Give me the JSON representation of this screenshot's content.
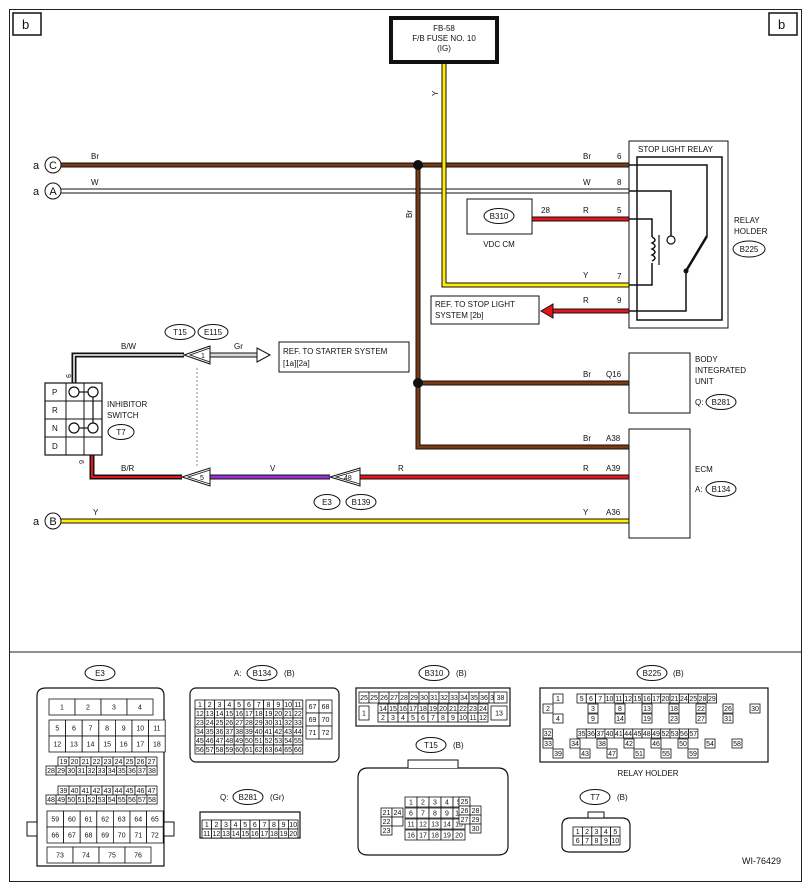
{
  "page": {
    "corner_left": "b",
    "corner_right": "b",
    "figure_id": "WI-76429"
  },
  "fuse": {
    "line1": "FB-58",
    "line2": "F/B FUSE NO. 10",
    "line3": "(IG)"
  },
  "left_terminals": {
    "c": {
      "letter": "a",
      "symbol": "C"
    },
    "a": {
      "letter": "a",
      "symbol": "A"
    },
    "b": {
      "letter": "a",
      "symbol": "B"
    }
  },
  "wires": {
    "br_top": "Br",
    "w_top": "W",
    "y_vert": "Y",
    "br_vert": "Br",
    "br_6": "Br",
    "w_8": "W",
    "r_5": "R",
    "y_7": "Y",
    "r_9": "R",
    "br_q16": "Br",
    "br_a38": "Br",
    "r_a39": "R",
    "y_a36": "Y",
    "bw": "B/W",
    "gr": "Gr",
    "br_": "B/R",
    "v": "V",
    "r_mid": "R",
    "y_bottom": "Y",
    "pin_28": "28"
  },
  "colors": {
    "brown": "#7a3a14",
    "white": "#ffffff",
    "yellow": "#ffee00",
    "red": "#e8141c",
    "violet": "#9b2fd4",
    "black": "#111111",
    "gray": "#9a9a9a"
  },
  "relay": {
    "title": "STOP LIGHT RELAY",
    "holder_label_1": "RELAY",
    "holder_label_2": "HOLDER",
    "holder_conn": "B225",
    "pins": [
      "6",
      "8",
      "5",
      "7",
      "9"
    ]
  },
  "vdc": {
    "conn": "B310",
    "label": "VDC CM"
  },
  "ref_stop": {
    "line1": "REF. TO STOP LIGHT",
    "line2": "SYSTEM [2b]"
  },
  "ref_starter": {
    "line1": "REF. TO STARTER SYSTEM",
    "line2": "[1a][2a]"
  },
  "biu": {
    "line1": "BODY",
    "line2": "INTEGRATED",
    "line3": "UNIT",
    "conn_prefix": "Q:",
    "conn": "B281",
    "pin": "Q16"
  },
  "ecm": {
    "label": "ECM",
    "conn_prefix": "A:",
    "conn": "B134",
    "pins": [
      "A38",
      "A39",
      "A36"
    ]
  },
  "inhibitor": {
    "line1": "INHIBITOR",
    "line2": "SWITCH",
    "conn": "T7",
    "positions": [
      "P",
      "R",
      "N",
      "D"
    ],
    "pin_top": "9",
    "pin_bottom": "6"
  },
  "connectors_inline": {
    "t15": "T15",
    "e115": "E115",
    "pin_1": "1",
    "pin_5": "5",
    "pin_48": "48",
    "e3": "E3",
    "b139": "B139"
  },
  "bottom_panel": {
    "e3": {
      "title": "E3",
      "rows": [
        [
          "1",
          "2",
          "3",
          "4"
        ],
        [
          "5",
          "6",
          "7",
          "8",
          "9",
          "10",
          "11"
        ],
        [
          "12",
          "13",
          "14",
          "15",
          "16",
          "17",
          "18"
        ],
        [
          "19",
          "20",
          "21",
          "22",
          "23",
          "24",
          "25",
          "26",
          "27"
        ],
        [
          "28",
          "29",
          "30",
          "31",
          "32",
          "33",
          "34",
          "35",
          "36",
          "37",
          "38"
        ],
        [
          "39",
          "40",
          "41",
          "42",
          "43",
          "44",
          "45",
          "46",
          "47"
        ],
        [
          "48",
          "49",
          "50",
          "51",
          "52",
          "53",
          "54",
          "55",
          "56",
          "57",
          "58"
        ],
        [
          "59",
          "60",
          "61",
          "62",
          "63",
          "64",
          "65"
        ],
        [
          "66",
          "67",
          "68",
          "69",
          "70",
          "71",
          "72"
        ],
        [
          "73",
          "74",
          "75",
          "76"
        ]
      ]
    },
    "b134": {
      "prefix": "A:",
      "title": "B134",
      "suffix": "(B)",
      "rows": [
        [
          "1",
          "2",
          "3",
          "4",
          "5",
          "6",
          "7",
          "8",
          "9",
          "10",
          "11"
        ],
        [
          "12",
          "13",
          "14",
          "15",
          "16",
          "17",
          "18",
          "19",
          "20",
          "21",
          "22"
        ],
        [
          "23",
          "24",
          "25",
          "26",
          "27",
          "28",
          "29",
          "30",
          "31",
          "32",
          "33"
        ],
        [
          "34",
          "35",
          "36",
          "37",
          "38",
          "39",
          "40",
          "41",
          "42",
          "43",
          "44"
        ],
        [
          "45",
          "46",
          "47",
          "48",
          "49",
          "50",
          "51",
          "52",
          "53",
          "54",
          "55"
        ],
        [
          "56",
          "57",
          "58",
          "59",
          "60",
          "61",
          "62",
          "63",
          "64",
          "65",
          "66"
        ]
      ],
      "side": [
        "67",
        "68",
        "69",
        "70",
        "71",
        "72"
      ]
    },
    "b310": {
      "title": "B310",
      "suffix": "(B)",
      "row1": [
        "25",
        "26",
        "27",
        "28",
        "29",
        "30",
        "31",
        "32",
        "33",
        "34",
        "35",
        "36",
        "37"
      ],
      "row2": [
        "14",
        "15",
        "16",
        "17",
        "18",
        "19",
        "20",
        "21",
        "22",
        "23",
        "24"
      ],
      "row3": [
        "2",
        "3",
        "4",
        "5",
        "6",
        "7",
        "8",
        "9",
        "10",
        "11",
        "12"
      ],
      "left": [
        "25",
        "1"
      ],
      "right": [
        "38",
        "13"
      ]
    },
    "t15": {
      "title": "T15",
      "suffix": "(B)",
      "rows": [
        [
          "1",
          "2",
          "3",
          "4",
          "5"
        ],
        [
          "6",
          "7",
          "8",
          "9",
          "10"
        ],
        [
          "11",
          "12",
          "13",
          "14",
          "15"
        ],
        [
          "16",
          "17",
          "18",
          "19",
          "20"
        ]
      ],
      "left": [
        "21",
        "22",
        "23",
        "24"
      ],
      "right": [
        "25",
        "26",
        "27",
        "28",
        "29",
        "30"
      ]
    },
    "b225": {
      "title": "B225",
      "suffix": "(B)",
      "caption": "RELAY HOLDER",
      "row1": [
        "1",
        "5",
        "6",
        "7",
        "10",
        "11",
        "12",
        "15",
        "16",
        "17",
        "20",
        "21",
        "24",
        "25",
        "28",
        "29"
      ],
      "row2": [
        "2",
        "3",
        "8",
        "13",
        "18",
        "22",
        "26",
        "30"
      ],
      "row3": [
        "4",
        "9",
        "14",
        "19",
        "23",
        "27",
        "31"
      ],
      "row4": [
        "32",
        "35",
        "36",
        "37",
        "40",
        "41",
        "44",
        "45",
        "48",
        "49",
        "52",
        "53",
        "56",
        "57"
      ],
      "row5": [
        "33",
        "34",
        "38",
        "42",
        "46",
        "50",
        "54",
        "58"
      ],
      "row6": [
        "39",
        "43",
        "47",
        "51",
        "55",
        "59"
      ]
    },
    "b281": {
      "prefix": "Q:",
      "title": "B281",
      "suffix": "(Gr)",
      "row1": [
        "1",
        "2",
        "3",
        "4",
        "5",
        "6",
        "7",
        "8",
        "9",
        "10"
      ],
      "row2": [
        "11",
        "12",
        "13",
        "14",
        "15",
        "16",
        "17",
        "18",
        "19",
        "20"
      ]
    },
    "t7": {
      "title": "T7",
      "suffix": "(B)",
      "row1": [
        "1",
        "2",
        "3",
        "4",
        "5"
      ],
      "row2": [
        "6",
        "7",
        "8",
        "9",
        "10"
      ]
    }
  }
}
